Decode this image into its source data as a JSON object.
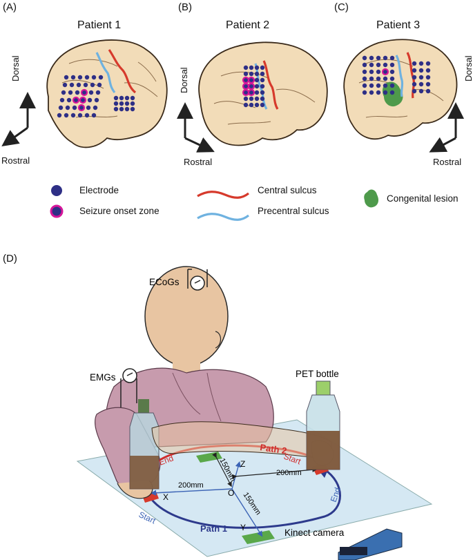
{
  "panels": {
    "a": {
      "letter": "(A)",
      "title": "Patient 1"
    },
    "b": {
      "letter": "(B)",
      "title": "Patient 2"
    },
    "c": {
      "letter": "(C)",
      "title": "Patient 3"
    },
    "d": {
      "letter": "(D)"
    }
  },
  "axes": {
    "dorsal": "Dorsal",
    "rostral": "Rostral"
  },
  "legend": {
    "electrode": "Electrode",
    "seizure": "Seizure onset zone",
    "central": "Central sulcus",
    "precentral": "Precentral sulcus",
    "lesion": "Congenital lesion"
  },
  "setup": {
    "ecogs": "ECoGs",
    "emgs": "EMGs",
    "pet": "PET bottle",
    "path2": "Path 2",
    "path1": "Path 1",
    "start": "Start",
    "end": "End",
    "x": "X",
    "y": "Y",
    "z": "Z",
    "o": "O",
    "d200": "200mm",
    "d150": "150mm",
    "kinect": "Kinect camera"
  },
  "colors": {
    "electrode": "#2e2f86",
    "seizure": "#d6169a",
    "central": "#d63a2c",
    "precentral": "#6fb2e0",
    "lesion": "#4e9a4b",
    "brain": "#f2dcb8",
    "path1": "#2d3a8c",
    "path2": "#cf2e2e",
    "mat": "#d5e8f3"
  }
}
